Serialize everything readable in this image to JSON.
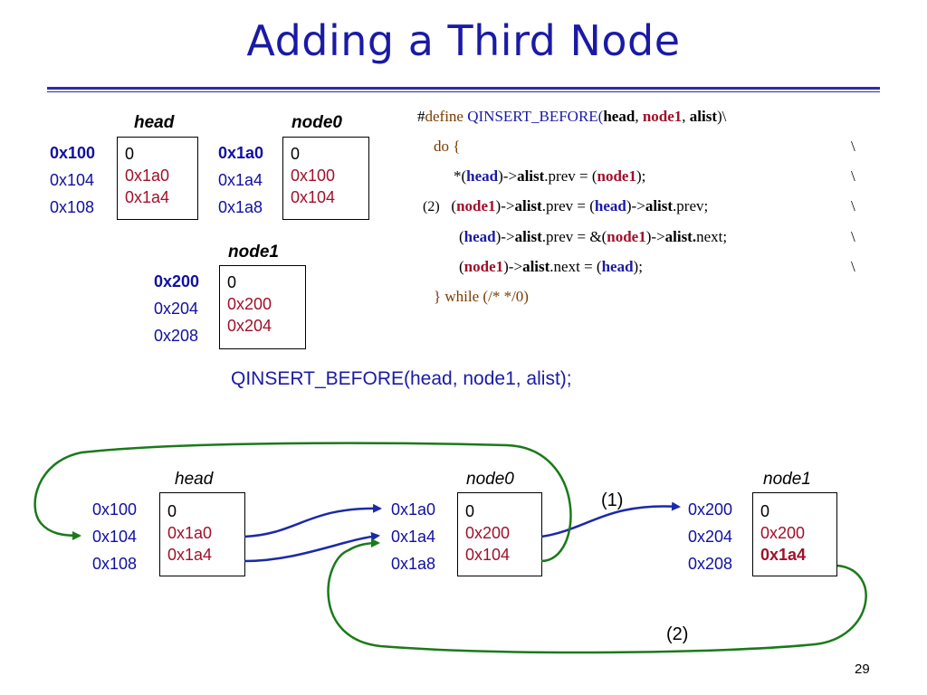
{
  "title": "Adding a Third Node",
  "top": {
    "head": {
      "label": "head",
      "addrs": [
        "0x100",
        "0x104",
        "0x108"
      ],
      "cells": [
        "0",
        "0x1a0",
        "0x1a4"
      ]
    },
    "node0": {
      "label": "node0",
      "addrs": [
        "0x1a0",
        "0x1a4",
        "0x1a8"
      ],
      "cells": [
        "0",
        "0x100",
        "0x104"
      ]
    },
    "node1": {
      "label": "node1",
      "addrs": [
        "0x200",
        "0x204",
        "0x208"
      ],
      "cells": [
        "0",
        "0x200",
        "0x204"
      ]
    }
  },
  "code": {
    "l1": {
      "hash": "#",
      "define": "define",
      "macro": "QINSERT_BEFORE(",
      "head": "head",
      "c1": ", ",
      "node1": "node1",
      "c2": ", ",
      "alist": "alist",
      "end": ")\\"
    },
    "l2": {
      "text": "do {",
      "bs": "\\"
    },
    "l3": {
      "a": "*(",
      "head": "head",
      "b": ")->",
      "alist": "alist",
      "c": ".prev = (",
      "node1": "node1",
      "d": ");",
      "bs": "\\"
    },
    "l4": {
      "num": "(2)",
      "a": "(",
      "node1": "node1",
      "b": ")->",
      "alist": "alist",
      "c": ".prev = (",
      "head": "head",
      "d": ")->",
      "alist2": "alist",
      "e": ".prev;",
      "bs": "\\"
    },
    "l5": {
      "a": "(",
      "head": "head",
      "b": ")->",
      "alist": "alist",
      "c": ".prev  = &(",
      "node1": "node1",
      "d": ")->",
      "alist2": "alist.",
      "e": "next;",
      "bs": "\\"
    },
    "l6": {
      "a": "(",
      "node1": "node1",
      "b": ")->",
      "alist": "alist",
      "c": ".next = (",
      "head": "head",
      "d": ");",
      "bs": "\\"
    },
    "l7": {
      "text": "} while (/* */0)"
    }
  },
  "call": "QINSERT_BEFORE(head, node1, alist);",
  "bottom": {
    "head": {
      "label": "head",
      "addrs": [
        "0x100",
        "0x104",
        "0x108"
      ],
      "cells": [
        "0",
        "0x1a0",
        "0x1a4"
      ]
    },
    "node0": {
      "label": "node0",
      "addrs": [
        "0x1a0",
        "0x1a4",
        "0x1a8"
      ],
      "cells": [
        "0",
        "0x200",
        "0x104"
      ]
    },
    "node1": {
      "label": "node1",
      "addrs": [
        "0x200",
        "0x204",
        "0x208"
      ],
      "cells": [
        "0",
        "0x200",
        "0x1a4"
      ]
    }
  },
  "steps": {
    "one": "(1)",
    "two": "(2)"
  },
  "page_number": "29",
  "colors": {
    "title": "#1a1aa6",
    "address": "#1010a0",
    "pointer": "#a0102a",
    "arrow_blue": "#1a2aa8",
    "arrow_green": "#1a7a1a"
  }
}
